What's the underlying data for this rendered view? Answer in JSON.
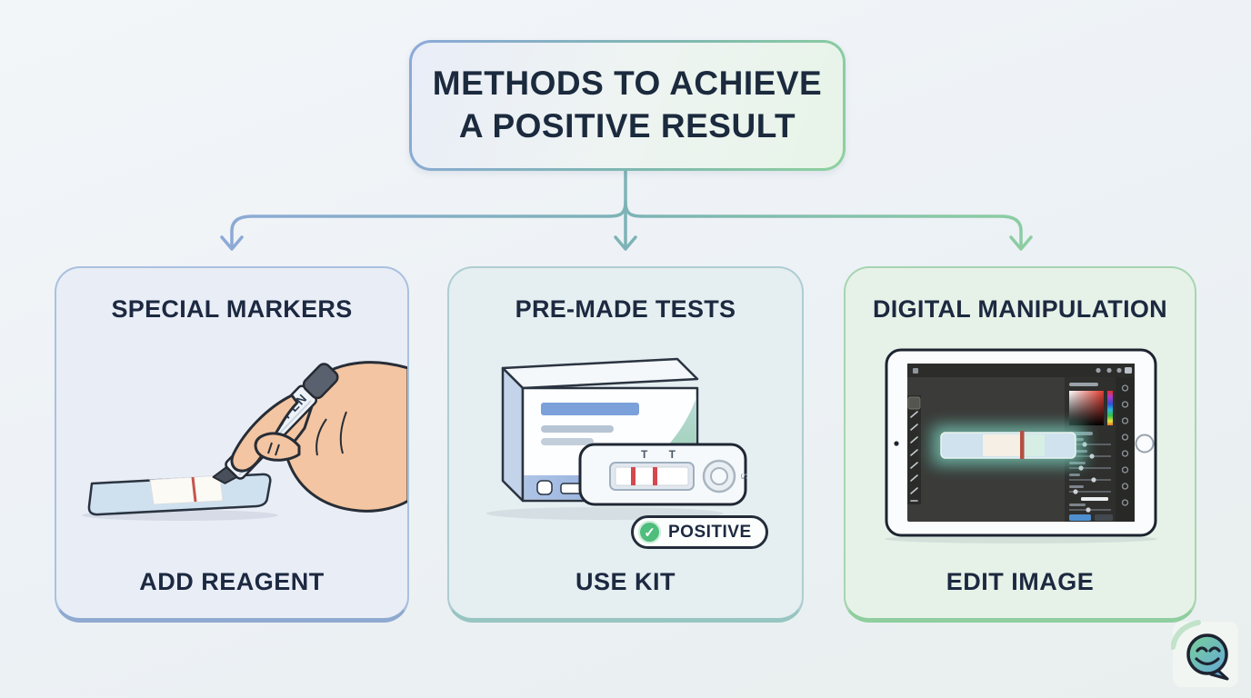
{
  "header": {
    "title_line1": "METHODS TO ACHIEVE",
    "title_line2": "A POSITIVE RESULT"
  },
  "branches": [
    {
      "title": "SPECIAL MARKERS",
      "label": "ADD REAGENT",
      "illustration": {
        "name": "hand-drawing-line-on-test-strip-with-marker",
        "pen_text": "MARKER PEN"
      }
    },
    {
      "title": "PRE-MADE TESTS",
      "label": "USE KIT",
      "illustration": {
        "name": "test-kit-box-and-cassette-with-two-red-lines",
        "cassette_marks": "T T",
        "well_mark": "S"
      },
      "badge": {
        "check_glyph": "✓",
        "text": "POSITIVE",
        "color": "#4fbd7c"
      }
    },
    {
      "title": "DIGITAL MANIPULATION",
      "label": "EDIT IMAGE",
      "illustration": {
        "name": "tablet-photo-editor-with-test-strip-image"
      }
    }
  ],
  "colors": {
    "heading_text": "#1b2a3d",
    "connector_blue": "#8fa9d9",
    "connector_teal": "#7db3b6",
    "connector_green": "#8ed0a0",
    "card_markers_bg": "#e9edf6",
    "card_tests_bg": "#e5eef0",
    "card_digital_bg": "#e6f2e8",
    "red_line": "#c4574e"
  },
  "logo": {
    "icon": "smiley-speech-bubble-logo"
  }
}
